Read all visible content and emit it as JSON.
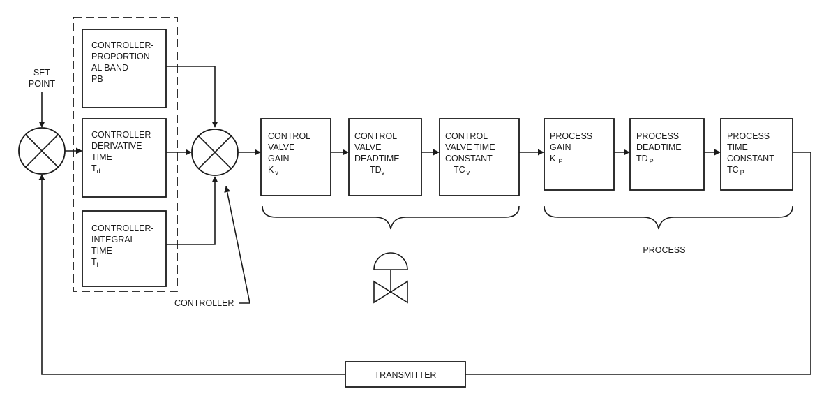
{
  "set_point": {
    "line1": "SET",
    "line2": "POINT"
  },
  "controller_blocks": [
    {
      "lines": [
        "CONTROLLER-",
        "PROPORTION-",
        "AL BAND",
        "PB"
      ]
    },
    {
      "lines": [
        "CONTROLLER-",
        "DERIVATIVE",
        "TIME"
      ],
      "sym": "T",
      "sub": "d"
    },
    {
      "lines": [
        "CONTROLLER-",
        "INTEGRAL",
        "TIME"
      ],
      "sym": "T",
      "sub": "i"
    }
  ],
  "valve_blocks": [
    {
      "lines": [
        "CONTROL",
        "VALVE",
        "GAIN"
      ],
      "sym": "K",
      "sub": "v"
    },
    {
      "lines": [
        "CONTROL",
        "VALVE",
        "DEADTIME"
      ],
      "sym": "TD",
      "sub": "v"
    },
    {
      "lines": [
        "CONTROL",
        "VALVE TIME",
        "CONSTANT"
      ],
      "sym": "TC",
      "sub": "v"
    }
  ],
  "process_blocks": [
    {
      "lines": [
        "PROCESS",
        "GAIN"
      ],
      "sym": "K",
      "sub": "P"
    },
    {
      "lines": [
        "PROCESS",
        "DEADTIME"
      ],
      "sym": "TD",
      "sub": "P"
    },
    {
      "lines": [
        "PROCESS",
        "TIME",
        "CONSTANT"
      ],
      "sym": "TC",
      "sub": "P"
    }
  ],
  "controller_label": "CONTROLLER",
  "process_label": "PROCESS",
  "transmitter_label": "TRANSMITTER"
}
